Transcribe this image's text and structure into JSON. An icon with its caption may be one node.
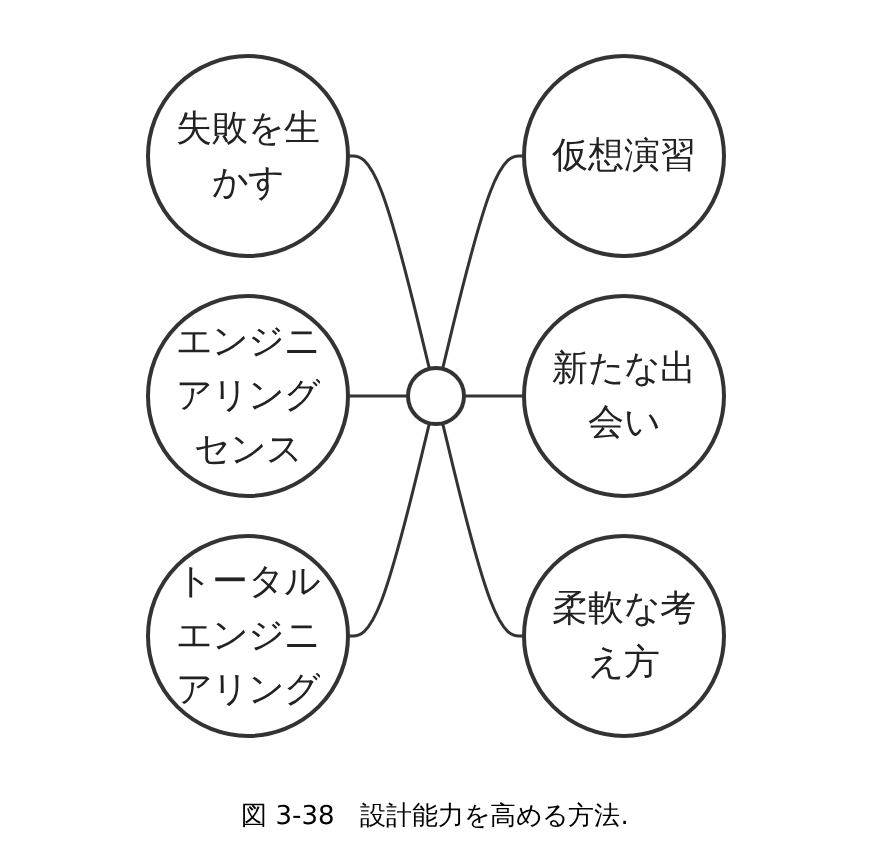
{
  "diagram": {
    "caption": "図 3-38　設計能力を高める方法.",
    "nodes": [
      {
        "text": [],
        "shape": "circle"
      },
      {
        "text": [
          "失敗を生かす"
        ]
      },
      {
        "text": [
          "仮想演習"
        ]
      },
      {
        "text": [
          "エンジニアリングセンス"
        ]
      },
      {
        "text": [
          "新たな出会い"
        ]
      },
      {
        "text": [
          "トータルエンジニアリング"
        ]
      },
      {
        "text": [
          "柔軟な考え方"
        ]
      }
    ],
    "edges": [
      {
        "from": 1,
        "to": 0,
        "arrow": "none"
      },
      {
        "from": 0,
        "to": 2,
        "arrow": "none"
      },
      {
        "from": 3,
        "to": 0,
        "arrow": "none"
      },
      {
        "from": 0,
        "to": 4,
        "arrow": "none"
      },
      {
        "from": 5,
        "to": 0,
        "arrow": "none"
      },
      {
        "from": 0,
        "to": 6,
        "arrow": "none"
      }
    ]
  }
}
